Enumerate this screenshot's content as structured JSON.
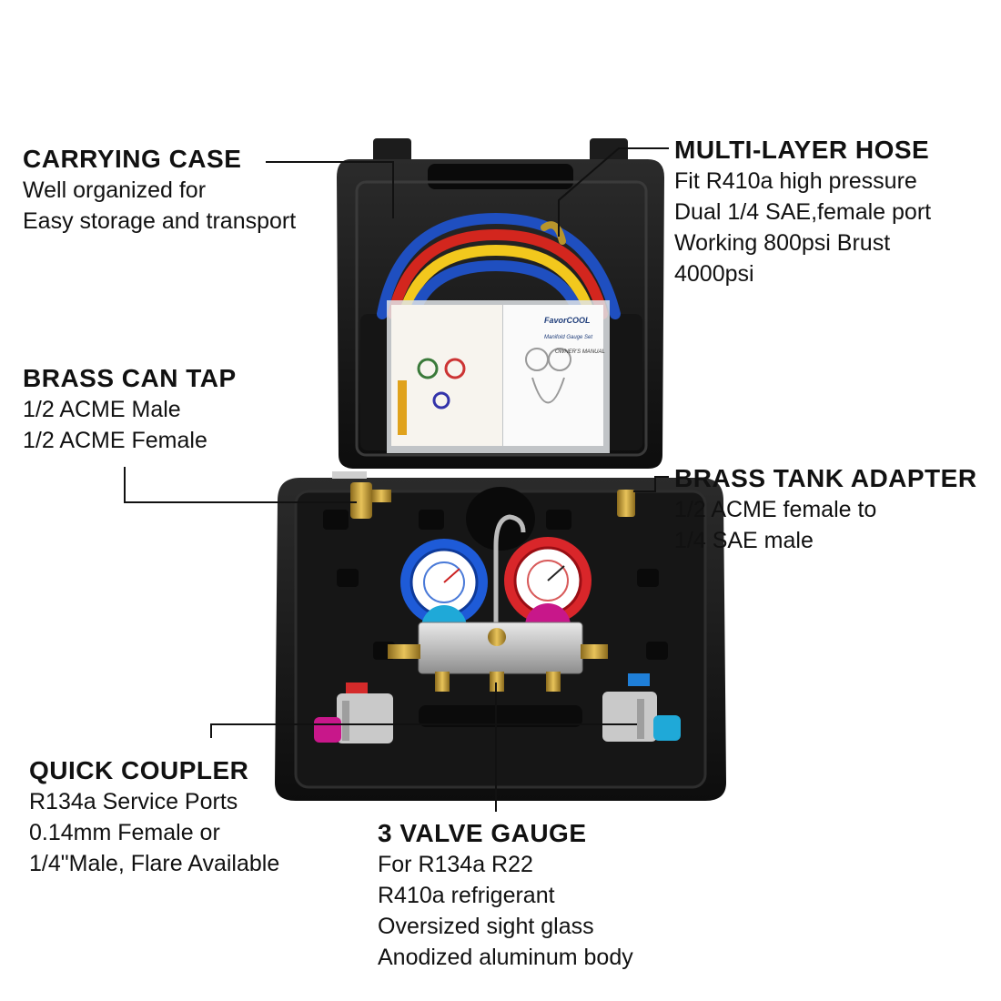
{
  "callouts": {
    "carrying_case": {
      "title": "CARRYING CASE",
      "lines": [
        "Well organized for",
        "Easy storage and transport"
      ]
    },
    "multi_layer_hose": {
      "title": "MULTI-LAYER HOSE",
      "lines": [
        "Fit R410a high pressure",
        "Dual 1/4 SAE,female port",
        "Working 800psi Brust",
        "4000psi"
      ]
    },
    "brass_can_tap": {
      "title": "BRASS CAN TAP",
      "lines": [
        "1/2 ACME  Male",
        "1/2 ACME Female"
      ]
    },
    "brass_tank_adapter": {
      "title": "BRASS TANK ADAPTER",
      "lines": [
        "1/2 ACME female to",
        "1/4 SAE male"
      ]
    },
    "quick_coupler": {
      "title": "QUICK COUPLER",
      "lines": [
        "R134a Service Ports",
        "0.14mm Female or",
        "1/4\"Male, Flare Available"
      ]
    },
    "valve_gauge": {
      "title": "3 VALVE GAUGE",
      "lines": [
        "For R134a R22",
        "R410a refrigerant",
        "Oversized sight glass",
        "Anodized aluminum body"
      ]
    }
  },
  "manual": {
    "brand": "FavorCOOL",
    "subtitle": "Manifold Gauge Set",
    "heading": "OWNER'S MANUAL"
  },
  "colors": {
    "case": "#1a1a1a",
    "hose_blue": "#1f4fc0",
    "hose_red": "#d3261e",
    "hose_yellow": "#f2c81d",
    "gauge_blue": "#1e5bd8",
    "gauge_red": "#d9262a",
    "cap_cyan": "#1fa9d8",
    "cap_magenta": "#c8178a"
  }
}
